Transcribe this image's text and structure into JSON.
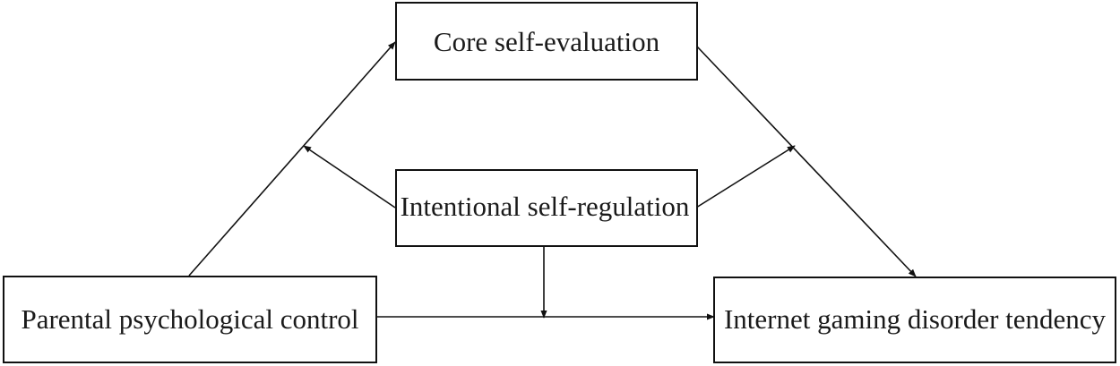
{
  "diagram": {
    "nodes": {
      "core_self_evaluation": "Core self-evaluation",
      "intentional_self_regulation": "Intentional self-regulation",
      "parental_psychological_control": "Parental psychological control",
      "internet_gaming_disorder_tendency": "Internet gaming disorder tendency"
    },
    "edges": [
      {
        "from": "parental_psychological_control",
        "to": "core_self_evaluation"
      },
      {
        "from": "core_self_evaluation",
        "to": "internet_gaming_disorder_tendency"
      },
      {
        "from": "parental_psychological_control",
        "to": "internet_gaming_disorder_tendency"
      },
      {
        "from": "intentional_self_regulation",
        "to": "path_parental_to_core",
        "type": "moderation"
      },
      {
        "from": "intentional_self_regulation",
        "to": "path_core_to_gaming",
        "type": "moderation"
      },
      {
        "from": "intentional_self_regulation",
        "to": "path_parental_to_gaming",
        "type": "moderation"
      }
    ],
    "colors": {
      "line": "#111111",
      "text": "#1a1a1a",
      "background": "#ffffff"
    }
  }
}
